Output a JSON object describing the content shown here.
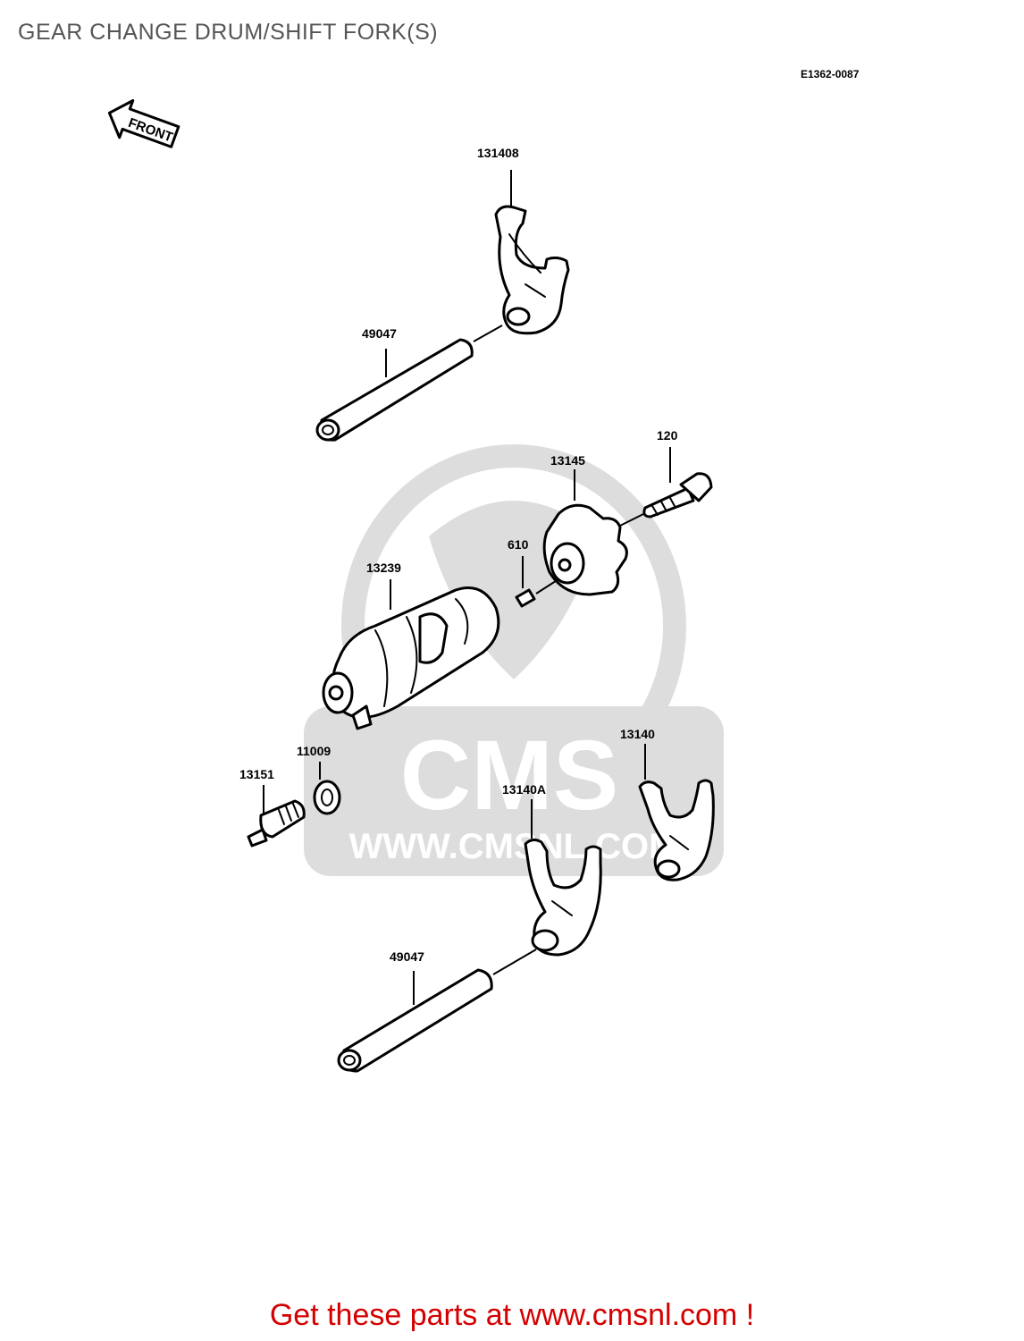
{
  "header": {
    "title": "GEAR CHANGE DRUM/SHIFT FORK(S)",
    "diagram_code": "E1362-0087"
  },
  "direction_label": "FRONT",
  "watermark": {
    "brand": "CMS",
    "url": "WWW.CMSNL.COM"
  },
  "parts": {
    "fork_top": "131408",
    "shaft_top": "49047",
    "bolt": "120",
    "cam_plate": "13145",
    "pin": "610",
    "drum": "13239",
    "washer": "11009",
    "switch": "13151",
    "fork_right": "13140",
    "fork_left": "13140A",
    "shaft_bottom": "49047"
  },
  "footer": {
    "text": "Get these parts at www.cmsnl.com !"
  }
}
